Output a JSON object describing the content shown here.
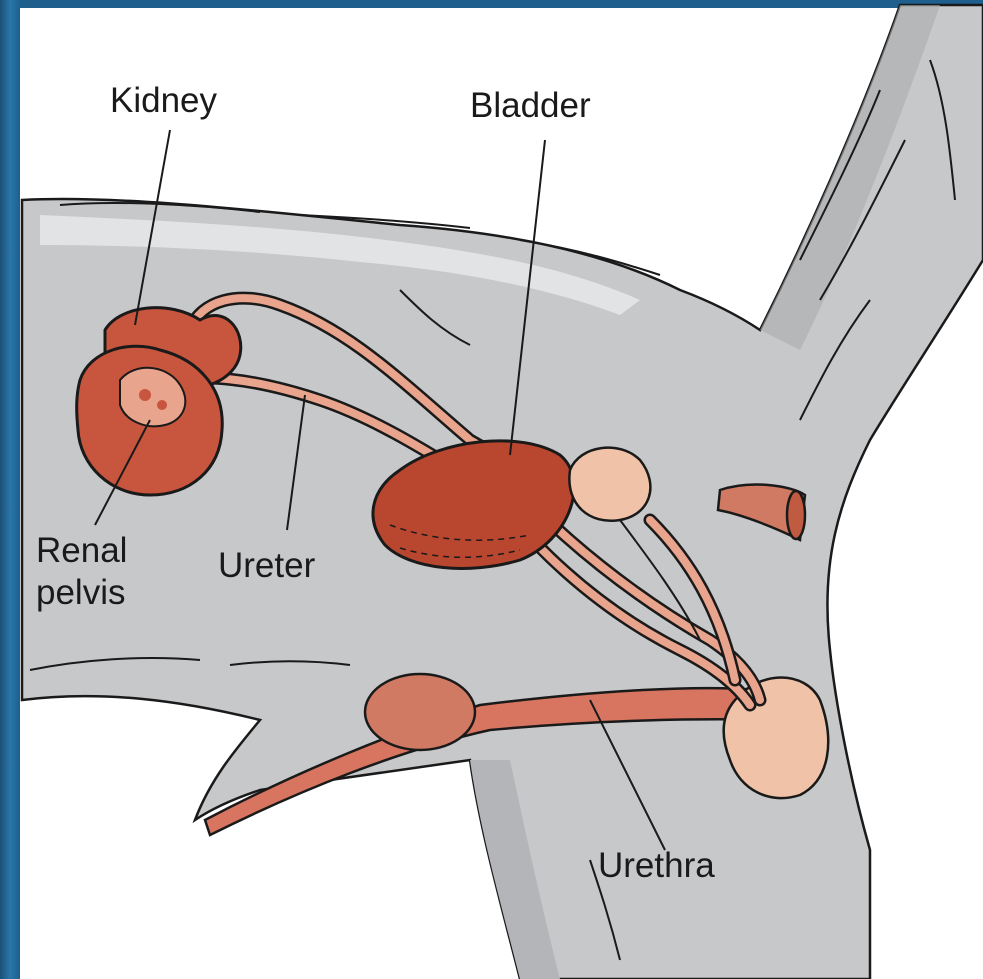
{
  "diagram": {
    "labels": {
      "kidney": "Kidney",
      "bladder": "Bladder",
      "renal_pelvis": "Renal\npelvis",
      "ureter": "Ureter",
      "urethra": "Urethra"
    },
    "colors": {
      "frame": "#1f5a85",
      "background": "#ffffff",
      "body_fill": "#c7c8ca",
      "fur_shadow": "#9ea0a3",
      "kidney": "#c8553d",
      "duct": "#e8a48c",
      "gland": "#f0c2a8",
      "outline": "#1a1a1a"
    }
  }
}
